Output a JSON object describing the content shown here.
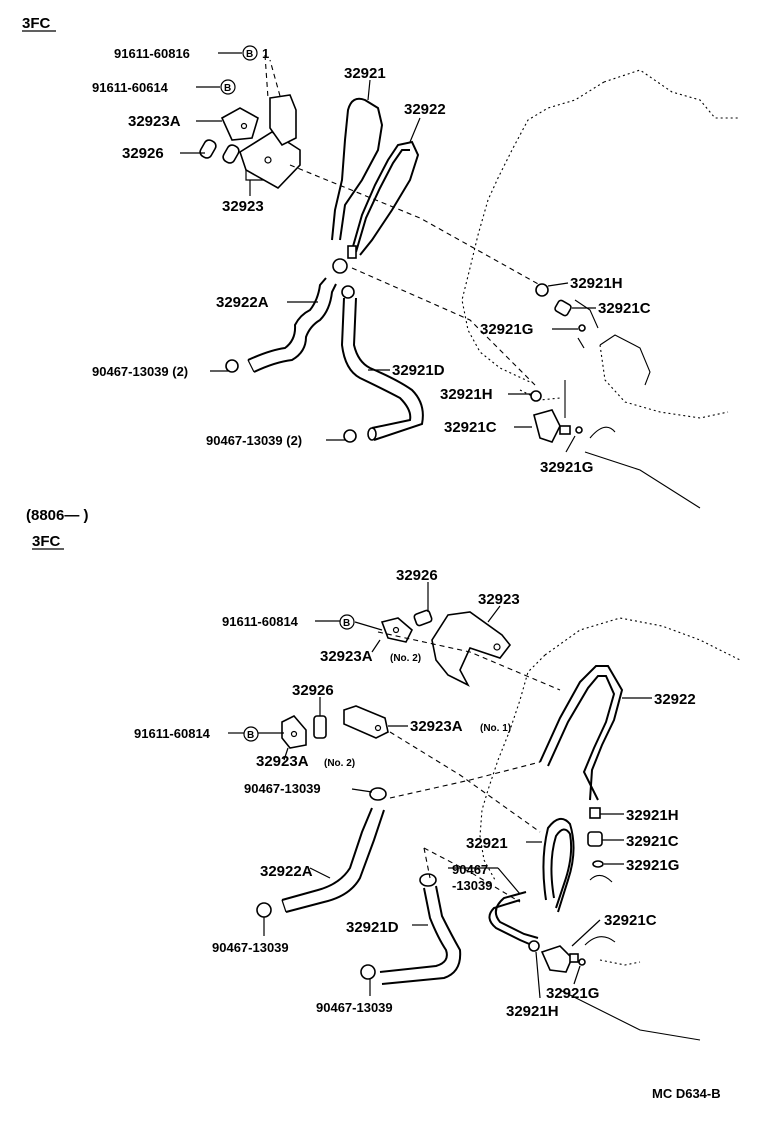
{
  "sections": [
    {
      "header": "3FC"
    },
    {
      "date_range": "(8806—        )",
      "header": "3FC"
    }
  ],
  "bolt_symbol": "B",
  "top_labels": {
    "p1": "91611-60816",
    "p1_suffix": "1",
    "p2": "91611-60614",
    "p3": "32923A",
    "p4": "32926",
    "p5": "32923",
    "p6": "32921",
    "p7": "32922",
    "p8": "32922A",
    "p9": "90467-13039 (2)",
    "p10": "32921D",
    "p11": "90467-13039 (2)",
    "p12": "32921H",
    "p13": "32921C",
    "p14": "32921G",
    "p15": "32921H",
    "p16": "32921C",
    "p17": "32921G"
  },
  "bottom_labels": {
    "p1": "32926",
    "p2": "32923",
    "p3": "91611-60814",
    "p4": "32923A",
    "p4_sub": "(No. 2)",
    "p5": "32926",
    "p6": "91611-60814",
    "p7": "32923A",
    "p7_sub": "(No. 1)",
    "p8": "32923A",
    "p8_sub": "(No. 2)",
    "p9": "32922",
    "p10": "90467-13039",
    "p11": "32921H",
    "p12": "32921C",
    "p13": "32921",
    "p14": "90467",
    "p14b": "-13039",
    "p15": "32921G",
    "p16": "32922A",
    "p17": "90467-13039",
    "p18": "32921D",
    "p19": "32921C",
    "p20": "90467-13039",
    "p21": "32921G",
    "p22": "32921H"
  },
  "footer_code": "MC  D634-B"
}
